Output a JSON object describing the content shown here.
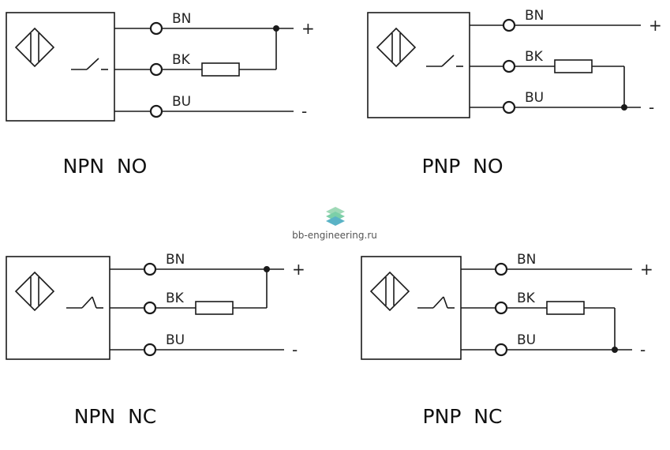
{
  "watermark": {
    "text": "bb-engineering.ru",
    "icon": "stacked-layers-icon",
    "colors": [
      "#7ccfa8",
      "#5ab3c6",
      "#9fd9b7"
    ]
  },
  "diagrams": [
    {
      "id": "npn-no",
      "title": "NPN  NO",
      "type": "NPN",
      "contact": "NO",
      "wires": [
        {
          "label": "BN",
          "sign": "+"
        },
        {
          "label": "BK",
          "sign": ""
        },
        {
          "label": "BU",
          "sign": "-"
        }
      ]
    },
    {
      "id": "pnp-no",
      "title": "PNP  NO",
      "type": "PNP",
      "contact": "NO",
      "wires": [
        {
          "label": "BN",
          "sign": "+"
        },
        {
          "label": "BK",
          "sign": ""
        },
        {
          "label": "BU",
          "sign": "-"
        }
      ]
    },
    {
      "id": "npn-nc",
      "title": "NPN  NC",
      "type": "NPN",
      "contact": "NC",
      "wires": [
        {
          "label": "BN",
          "sign": "+"
        },
        {
          "label": "BK",
          "sign": ""
        },
        {
          "label": "BU",
          "sign": "-"
        }
      ]
    },
    {
      "id": "pnp-nc",
      "title": "PNP  NC",
      "type": "PNP",
      "contact": "NC",
      "wires": [
        {
          "label": "BN",
          "sign": "+"
        },
        {
          "label": "BK",
          "sign": ""
        },
        {
          "label": "BU",
          "sign": "-"
        }
      ]
    }
  ]
}
